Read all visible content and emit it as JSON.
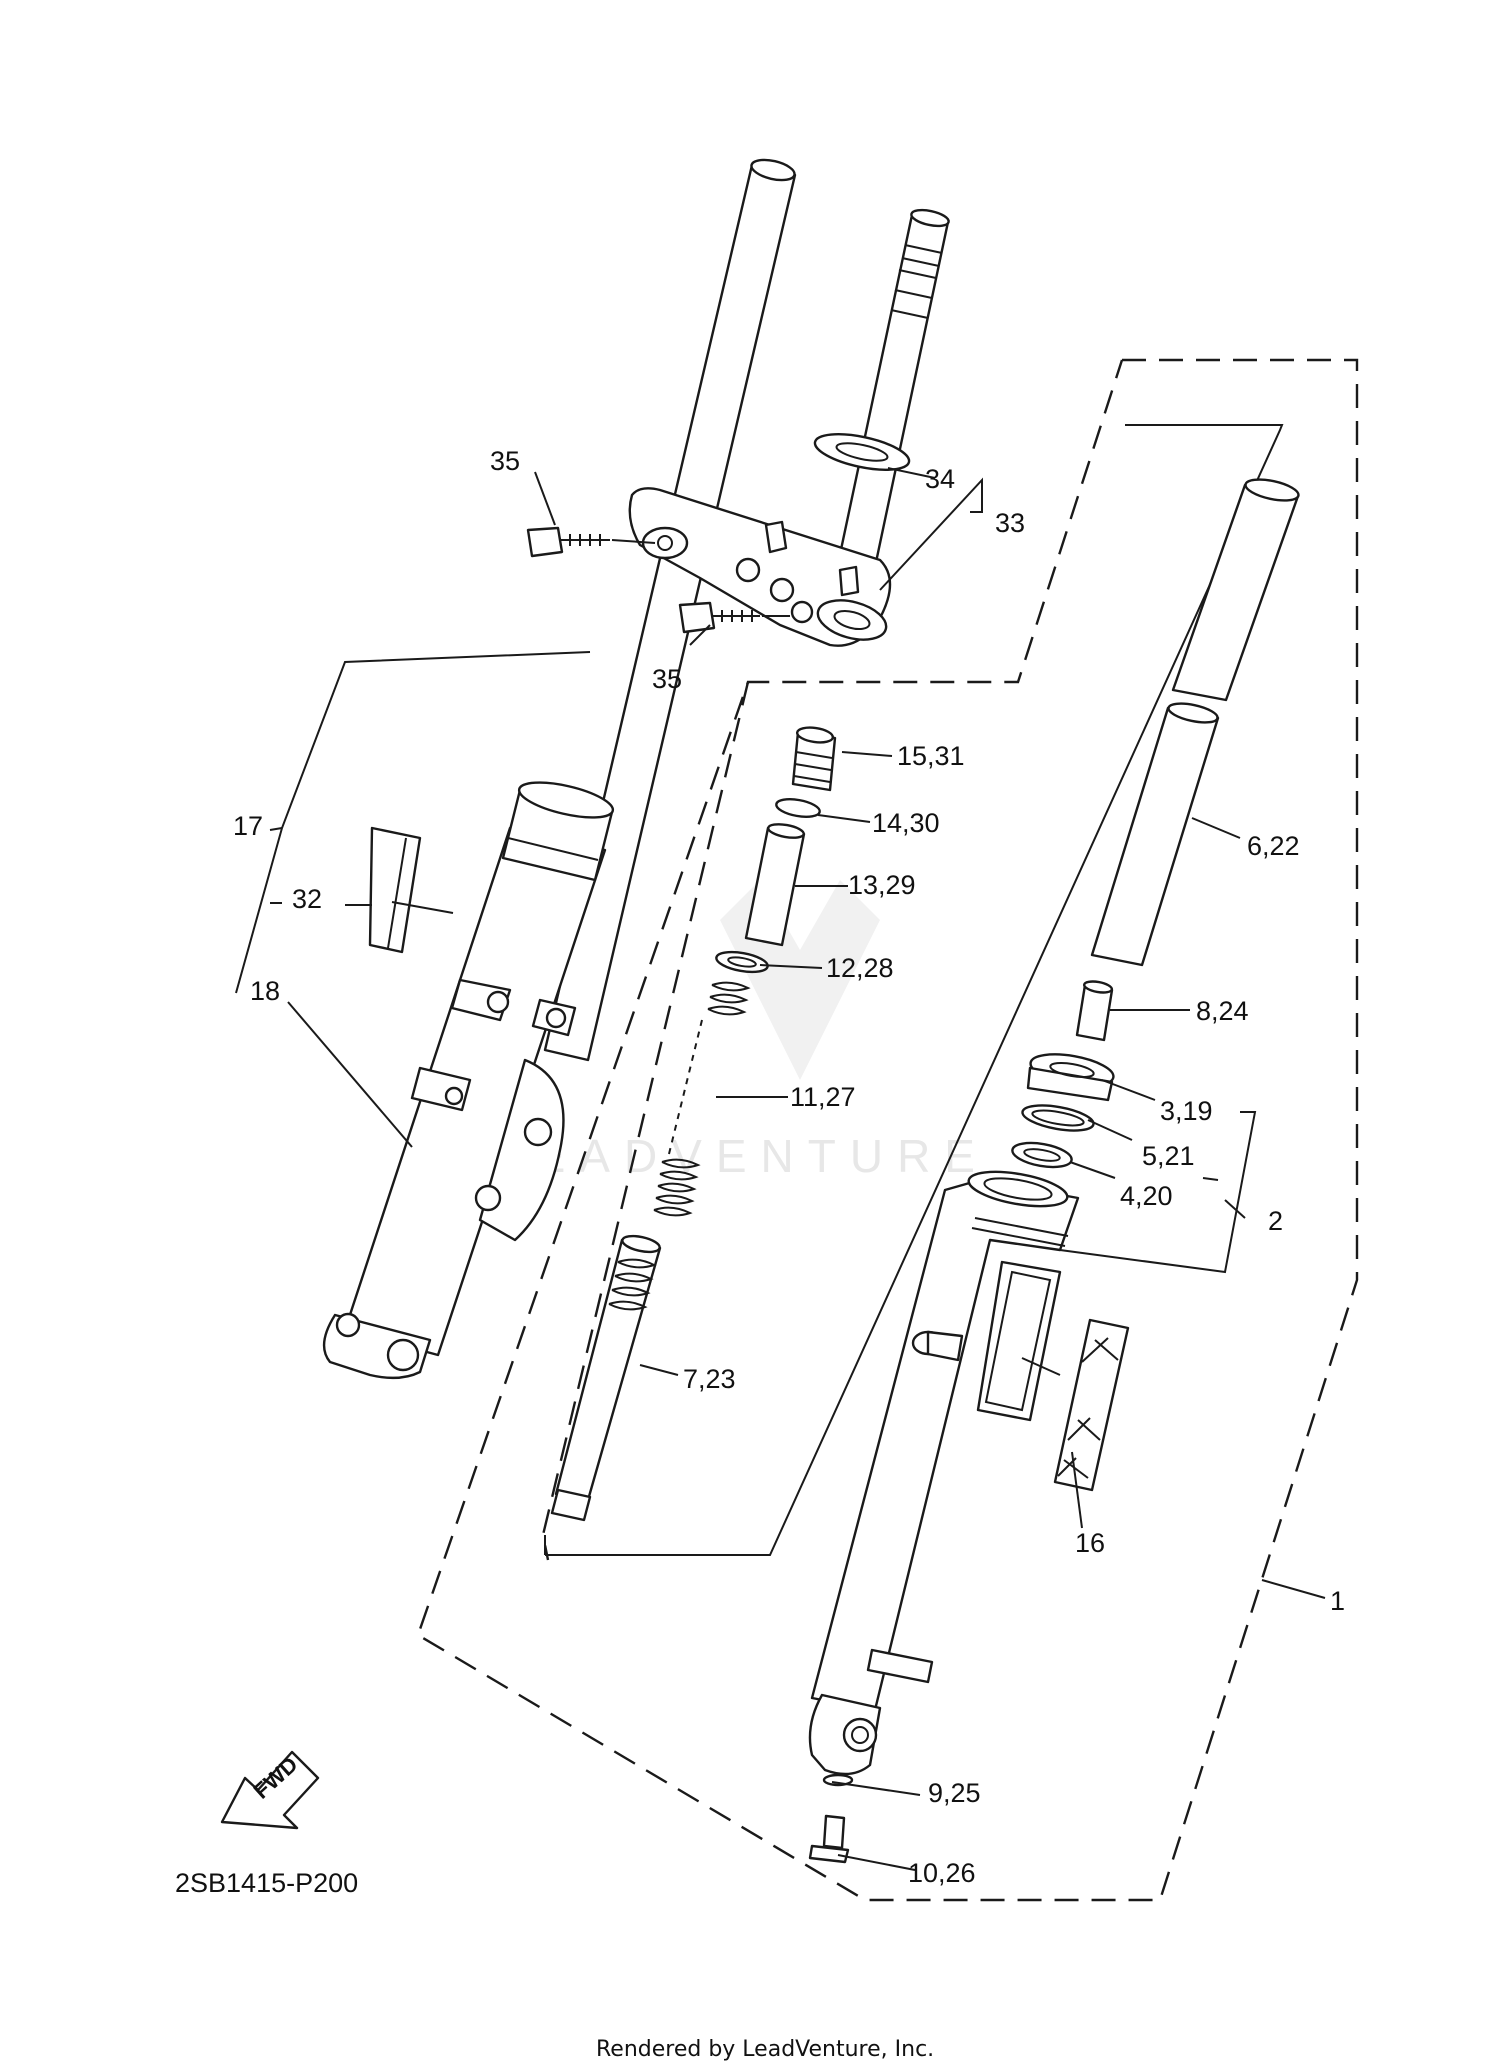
{
  "watermark": "LEADVENTURE",
  "diagram_code": "2SB1415-P200",
  "fwd_label": "FWD",
  "footer": "Rendered by LeadVenture, Inc.",
  "callouts": {
    "c1": "1",
    "c2": "2",
    "c3_19": "3,19",
    "c4_20": "4,20",
    "c5_21": "5,21",
    "c6_22": "6,22",
    "c7_23": "7,23",
    "c8_24": "8,24",
    "c9_25": "9,25",
    "c10_26": "10,26",
    "c11_27": "11,27",
    "c12_28": "12,28",
    "c13_29": "13,29",
    "c14_30": "14,30",
    "c15_31": "15,31",
    "c16": "16",
    "c17": "17",
    "c18": "18",
    "c32": "32",
    "c33": "33",
    "c34": "34",
    "c35a": "35",
    "c35b": "35"
  }
}
